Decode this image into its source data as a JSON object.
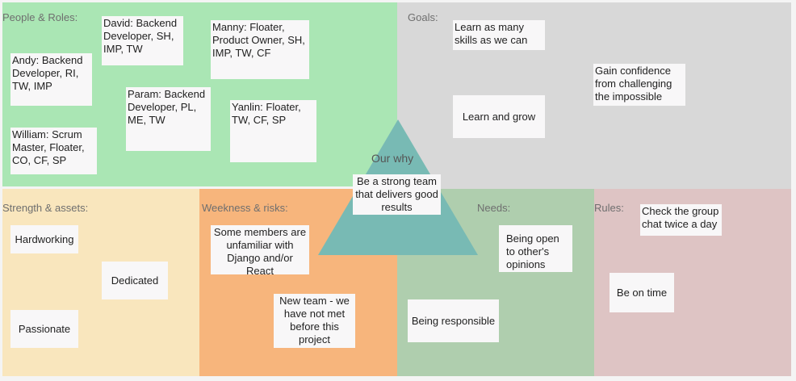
{
  "board": {
    "sections": {
      "people": {
        "label": "People & Roles:",
        "color": "#aae6b4"
      },
      "goals": {
        "label": "Goals:",
        "color": "#d8d8d8"
      },
      "strengths": {
        "label": "Strength & assets:",
        "color": "#f9e6bd"
      },
      "weakness": {
        "label": "Weekness & risks:",
        "color": "#f7b57c"
      },
      "needs": {
        "label": "Needs:",
        "color": "#afceae"
      },
      "rules": {
        "label": "Rules:",
        "color": "#dec4c4"
      }
    },
    "why": {
      "label": "Our why",
      "statement": "Be a strong team that delivers good results",
      "color": "#78bab4"
    },
    "people_notes": [
      "David: Backend Developer, SH, IMP, TW",
      "Manny: Floater, Product Owner, SH, IMP, TW, CF",
      "Andy: Backend Developer, RI, TW, IMP",
      "Param: Backend Developer, PL, ME, TW",
      "Yanlin: Floater, TW, CF, SP",
      "William: Scrum Master, Floater, CO, CF, SP"
    ],
    "goal_notes": [
      "Learn as many skills as we can",
      "Learn and grow",
      "Gain confidence from challenging the impossible"
    ],
    "strength_notes": [
      "Hardworking",
      "Dedicated",
      "Passionate"
    ],
    "weakness_notes": [
      "Some members are unfamiliar with Django and/or React",
      "New team - we have not met before this project"
    ],
    "need_notes": [
      "Being open to other's opinions",
      "Being responsible"
    ],
    "rule_notes": [
      "Check the group chat twice a day",
      "Be on time"
    ]
  }
}
